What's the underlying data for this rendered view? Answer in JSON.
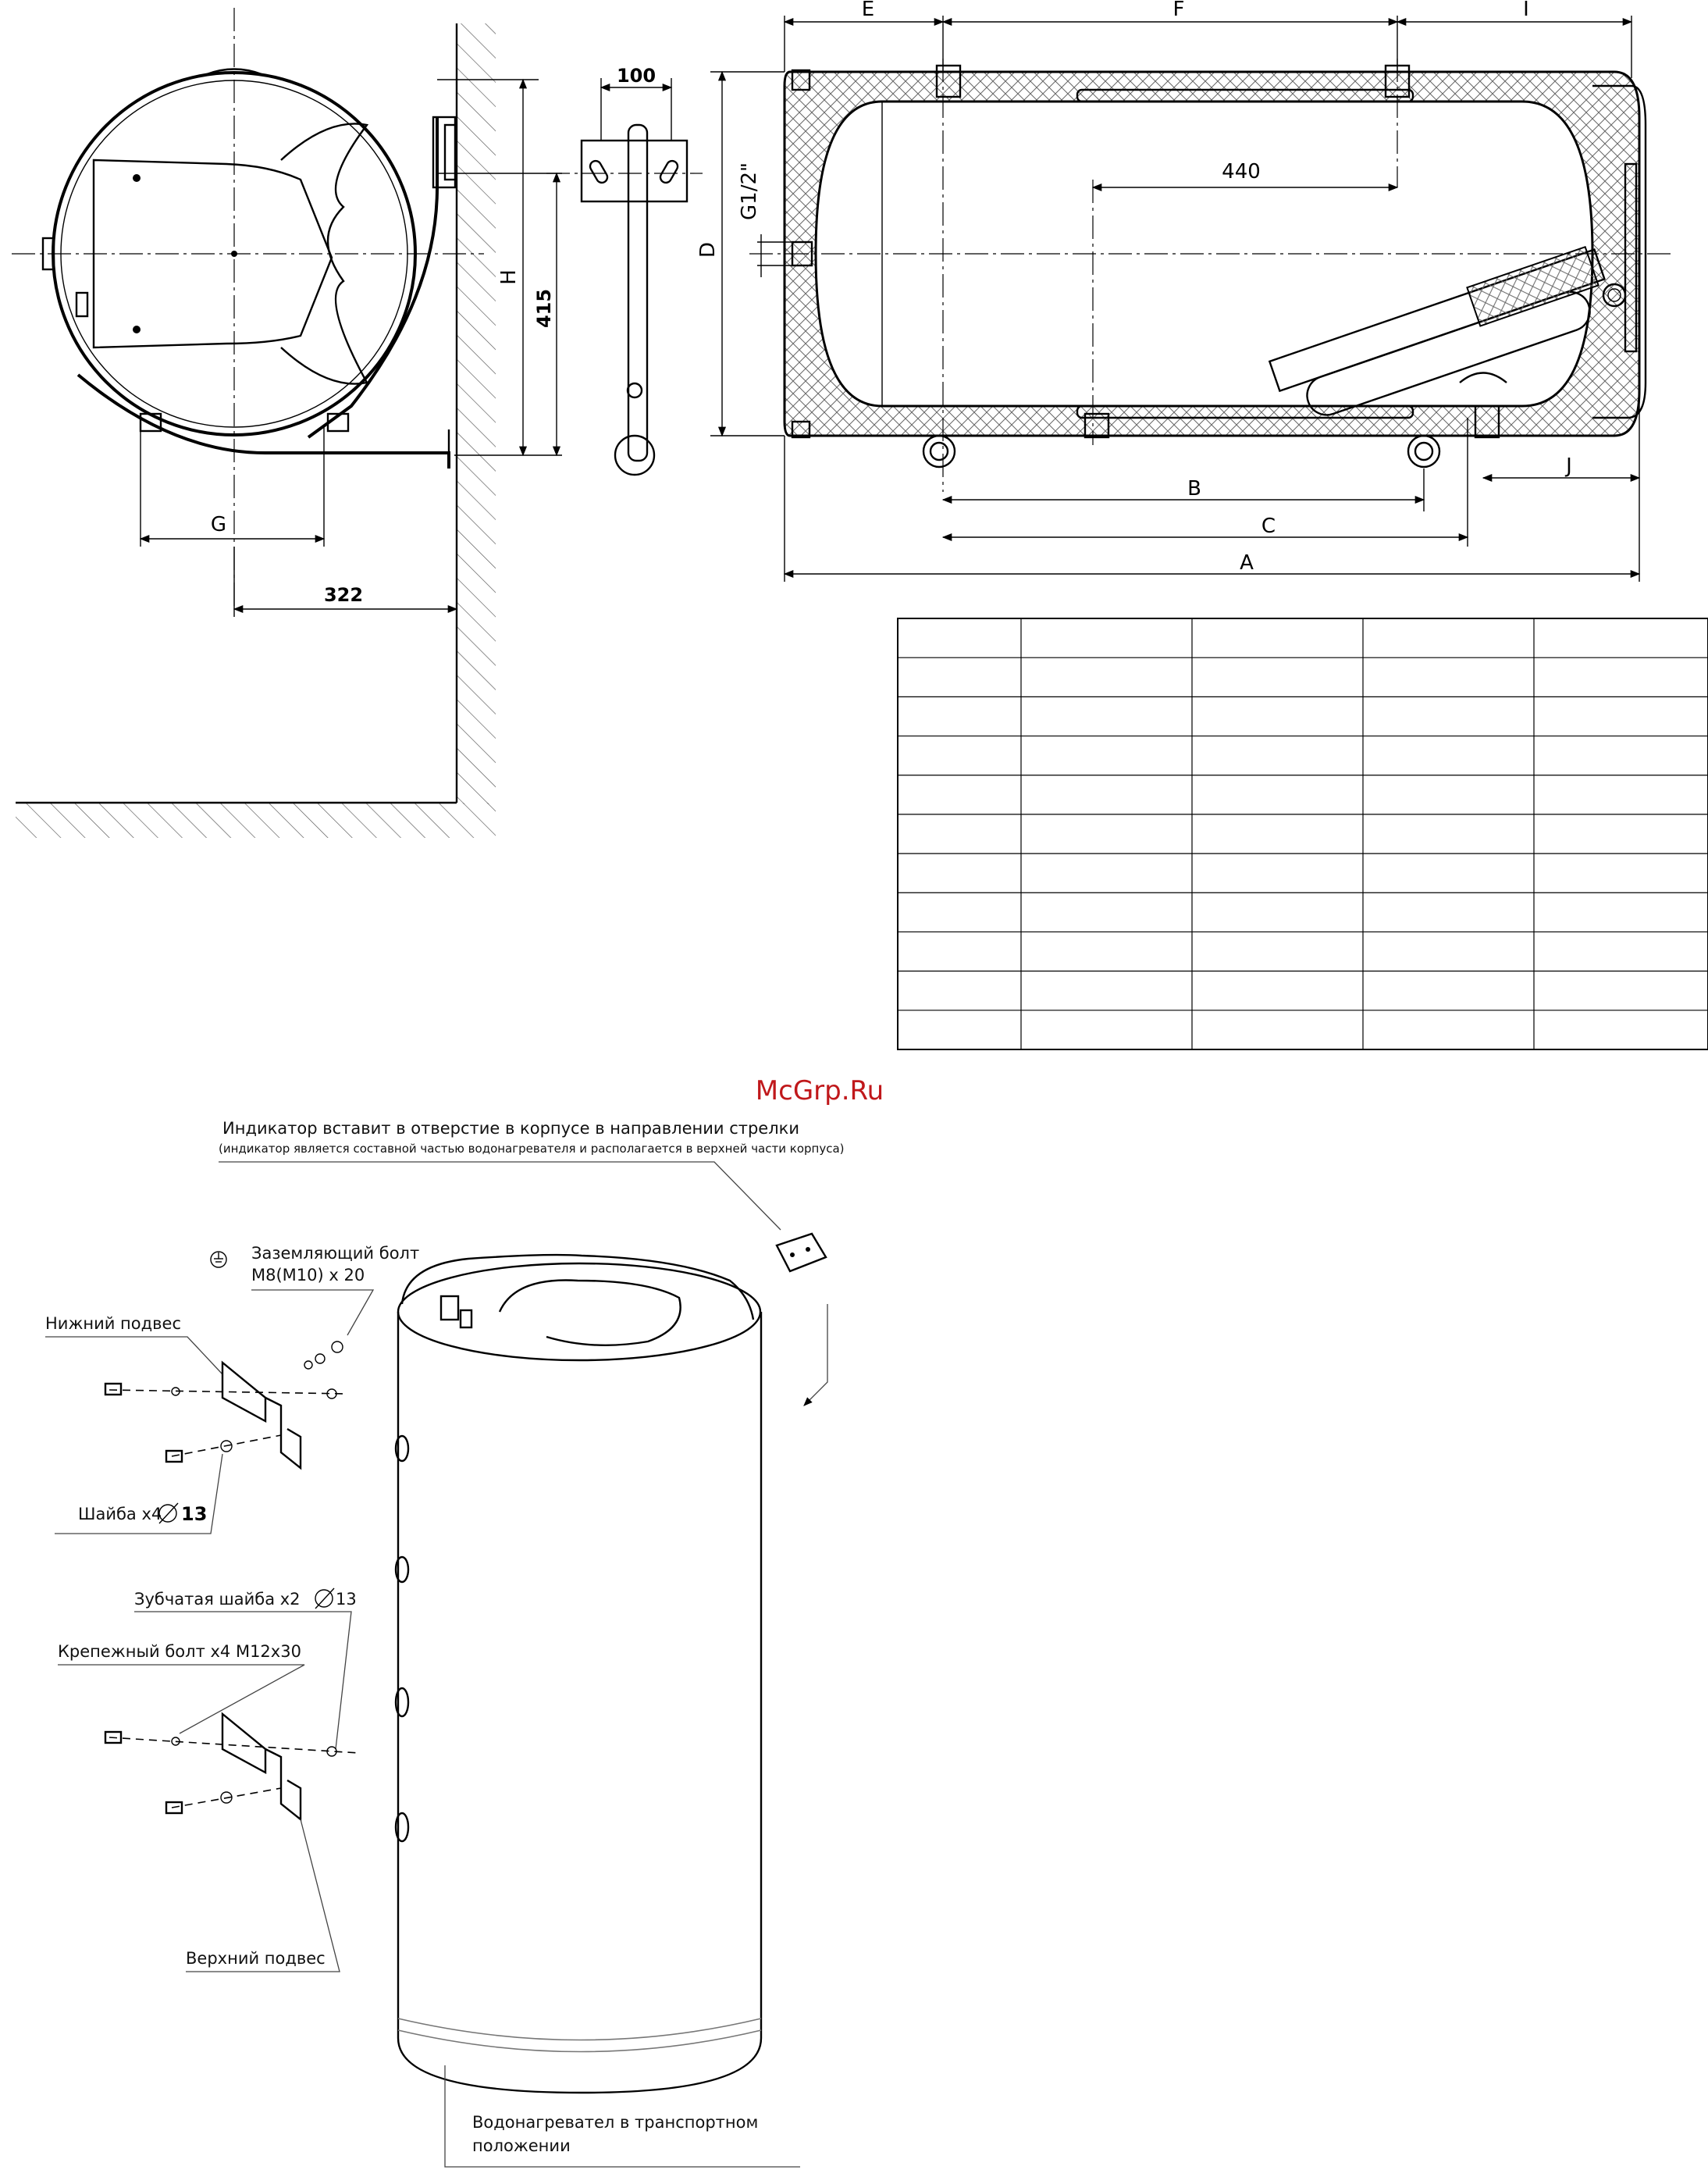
{
  "watermark": "McGrp.Ru",
  "side_view": {
    "dim_mounting_height": "415",
    "dim_height": "H",
    "dim_wall_offset": "322",
    "dim_g": "G"
  },
  "bracket_view": {
    "dim_width": "100"
  },
  "front_view": {
    "dim_e": "E",
    "dim_f": "F",
    "dim_i": "I",
    "dim_d": "D",
    "dim_connection": "G1/2\"",
    "dim_440": "440",
    "dim_b": "B",
    "dim_c": "C",
    "dim_a": "A",
    "dim_j": "J"
  },
  "dimension_table": {
    "columns": 5,
    "rows": 11
  },
  "installation": {
    "indicator_note": "Индикатор вставит в отверстие в корпусе в направлении стрелки",
    "indicator_subnote": "(индикатор является составной частью водонагревателя и располагается в верхней части корпуса)",
    "ground_bolt_line1": "Заземляющий болт",
    "ground_bolt_line2": "M8(M10) x 20",
    "lower_bracket": "Нижний подвес",
    "washer": "Шайба x4",
    "washer_size": "13",
    "tooth_washer": "Зубчатая шайба x2",
    "tooth_washer_size": "13",
    "fixing_bolt": "Крепежный болт x4 M12x30",
    "upper_bracket": "Верхний подвес",
    "transport_line1": "Водонагревател в транспортном",
    "transport_line2": "положении"
  }
}
